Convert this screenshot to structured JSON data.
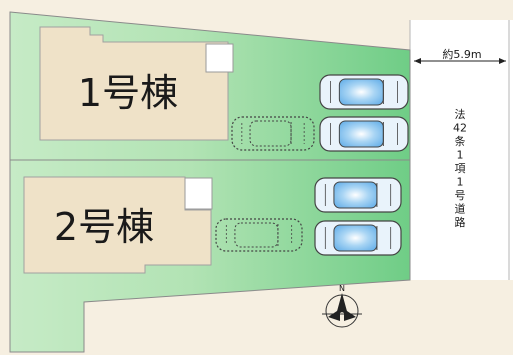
{
  "colors": {
    "background": "#f6efe1",
    "lot_green": "#8fd69a",
    "lot_green_light": "#c8ecc8",
    "building": "#efe2c8",
    "road": "#ffffff",
    "outline": "#9a9a9a",
    "car_body": "#e9f3fb",
    "car_glass": "#8fc7ef"
  },
  "buildings": [
    {
      "label": "1号棟"
    },
    {
      "label": "2号棟"
    }
  ],
  "road": {
    "width_label": "約5.9m",
    "label_lines": [
      "法",
      "42",
      "条",
      "1",
      "項",
      "1",
      "号",
      "道",
      "路"
    ]
  },
  "compass": {
    "north_label": "N",
    "icon": "north-arrow-icon"
  }
}
